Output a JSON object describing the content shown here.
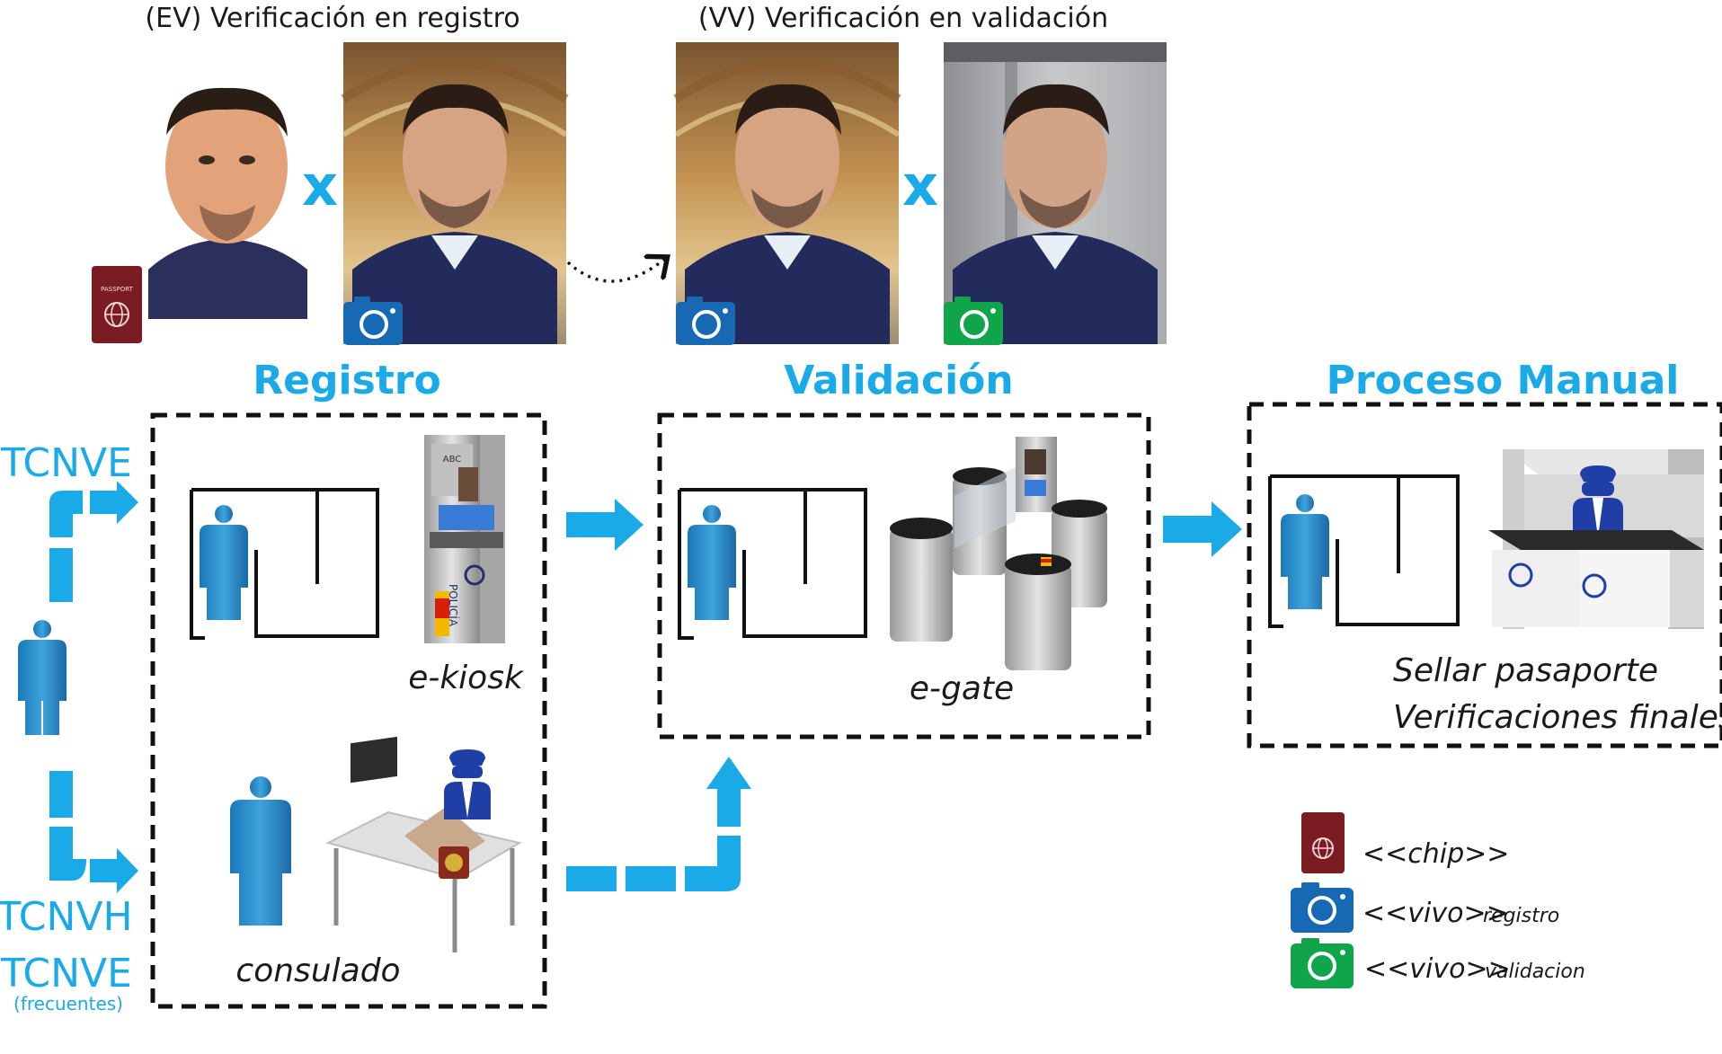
{
  "photos": {
    "ev_title": "(EV) Verificación en registro",
    "vv_title": "(VV) Verificación en validación",
    "multiply_symbol": "x",
    "passport_label": "PASSPORT"
  },
  "stages": {
    "registro": "Registro",
    "validacion": "Validación",
    "manual": "Proceso Manual"
  },
  "travelers": {
    "tcnve": "TCNVE",
    "tcnvh": "TCNVH",
    "tcnve_freq": "TCNVE",
    "freq_note": "(frecuentes)"
  },
  "devices": {
    "kiosk": "e-kiosk",
    "consulado": "consulado",
    "gate": "e-gate",
    "police_side": "POLICÍA",
    "kiosk_sign": "ABC"
  },
  "manual": {
    "line1": "Sellar pasaporte",
    "line2": "Verificaciones finales"
  },
  "legend": {
    "chip": "<<chip>>",
    "vivo_reg_main": "<<vivo>>",
    "vivo_reg_sub": "registro",
    "vivo_val_main": "<<vivo>>",
    "vivo_val_sub": "validacion"
  },
  "colors": {
    "accent": "#1aaae8",
    "camera_blue": "#1769b4",
    "camera_green": "#10a54a",
    "passport": "#7b1c22",
    "sweater": "#232a5c"
  }
}
